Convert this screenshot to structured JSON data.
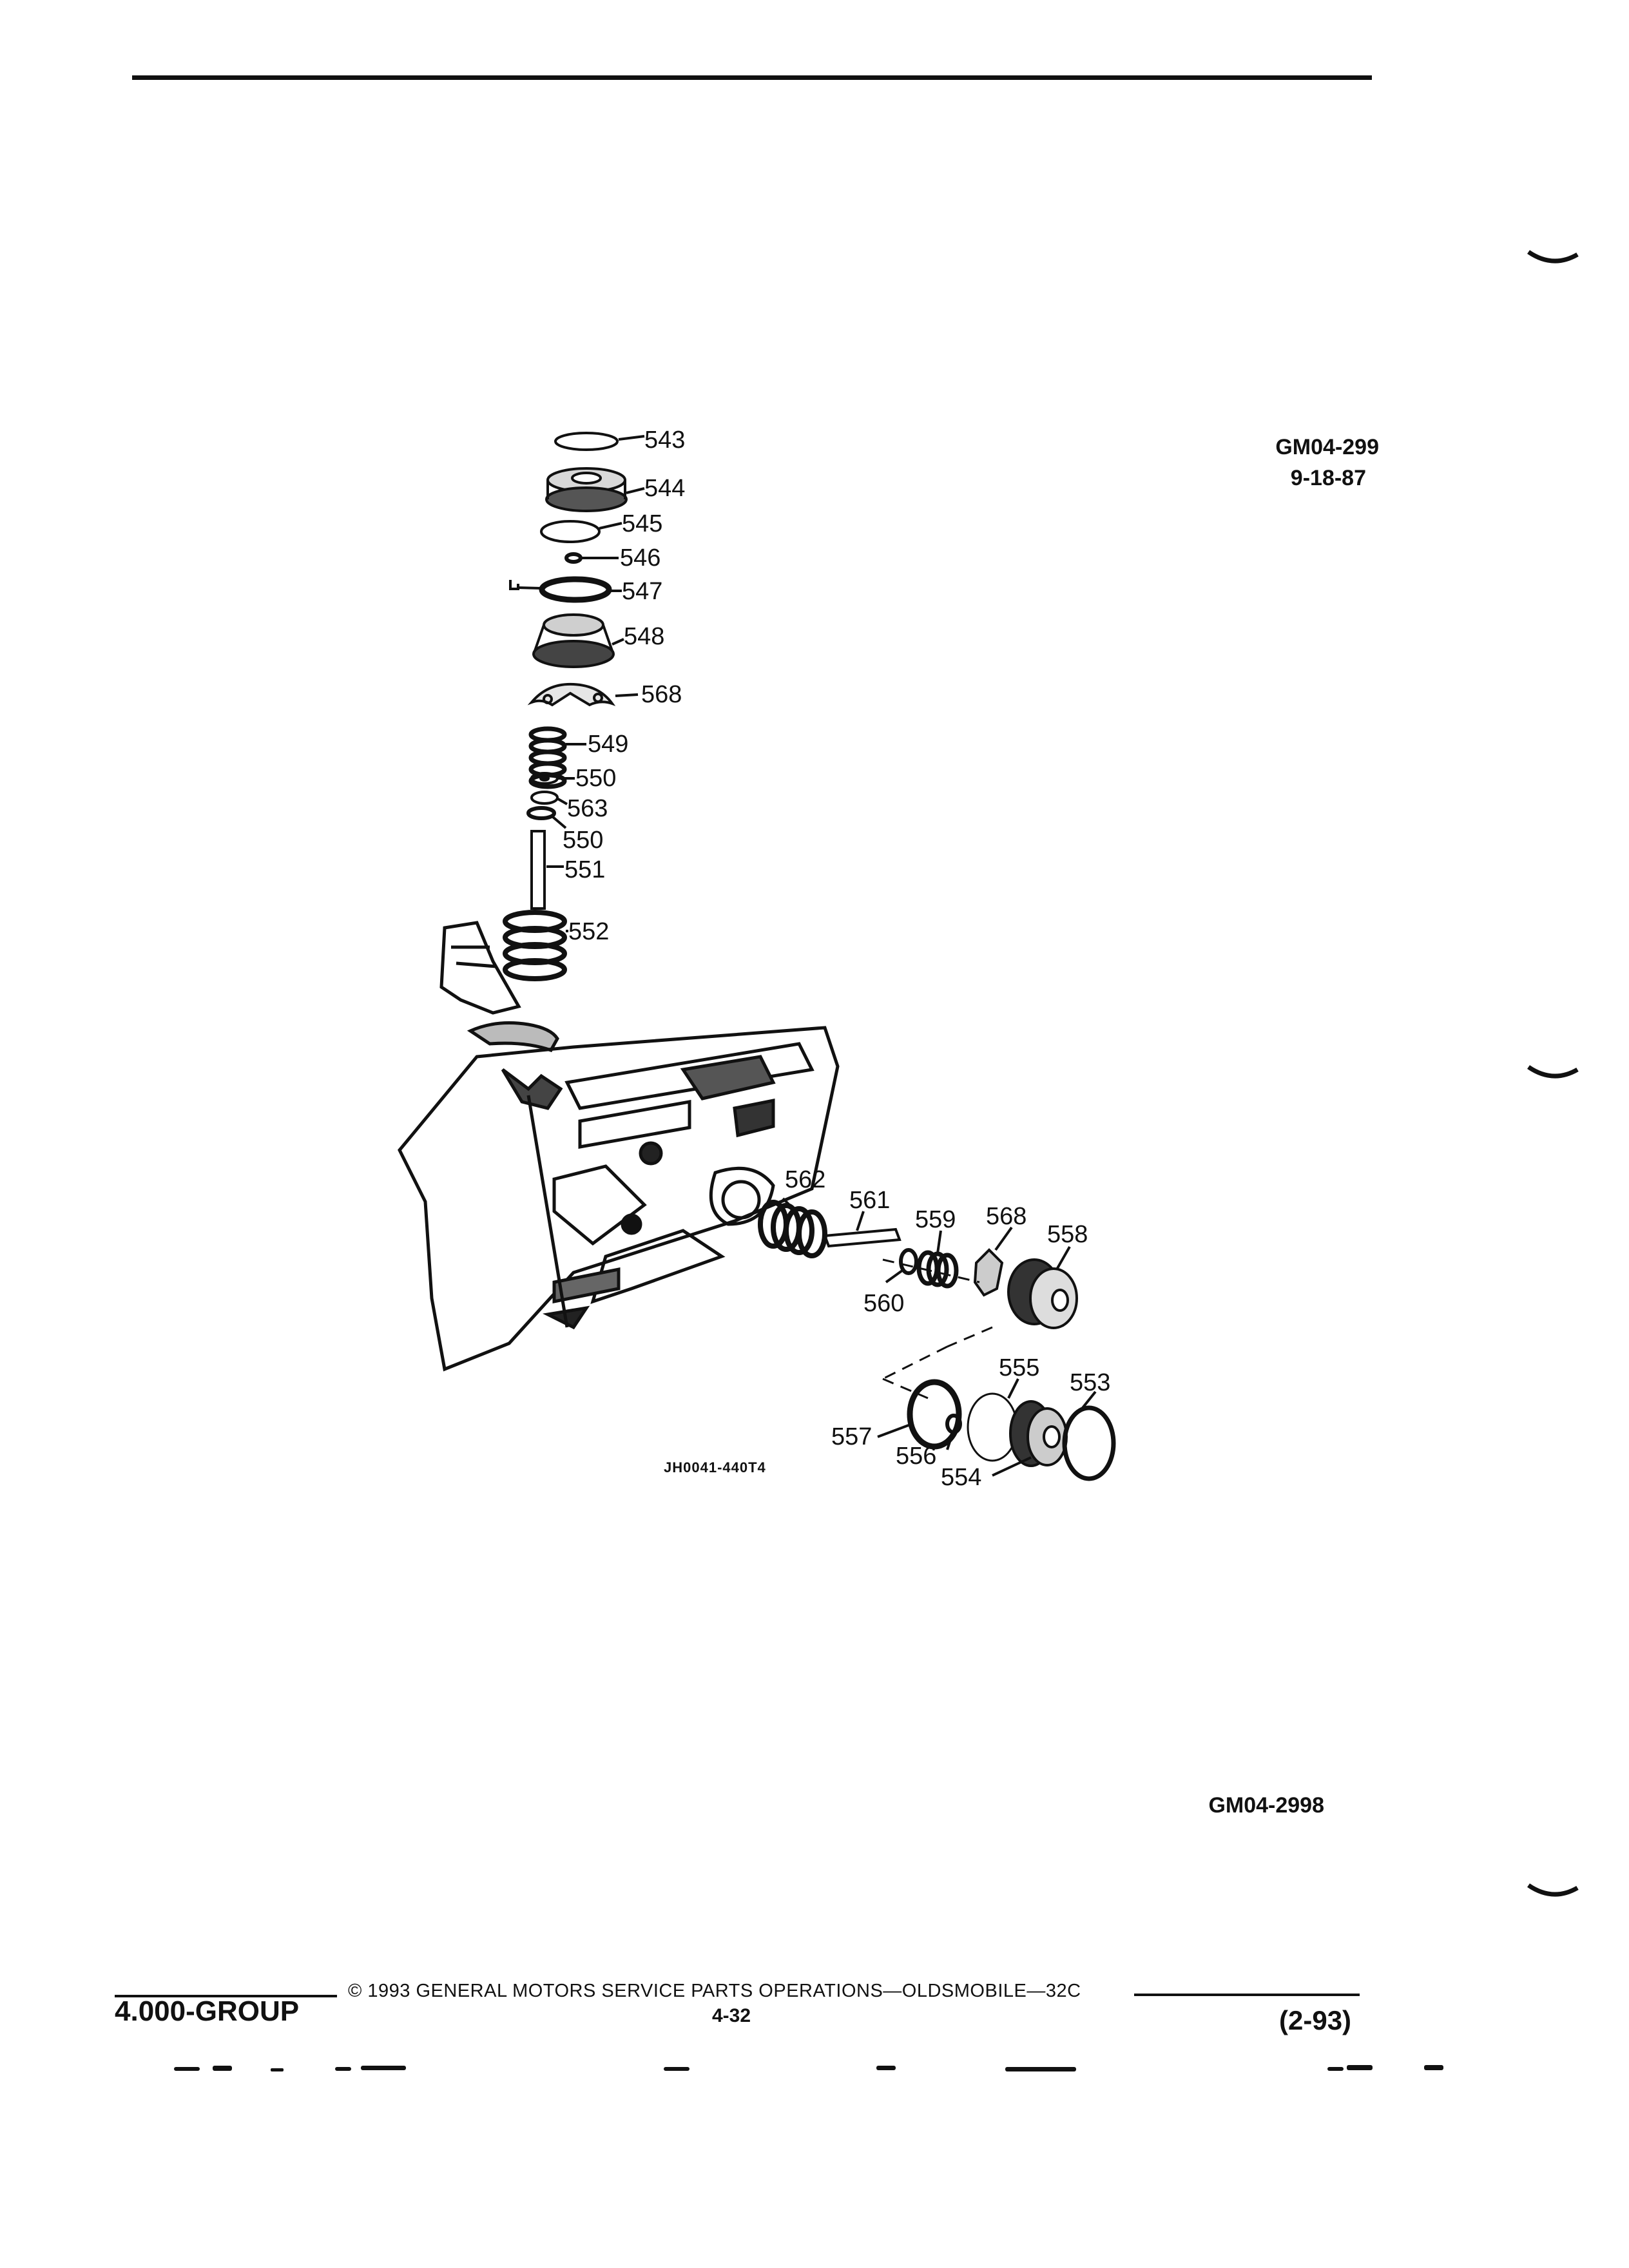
{
  "header": {
    "document_id": "GM04-299",
    "revision_date": "9-18-87"
  },
  "figure": {
    "code": "JH0041-440T4",
    "callouts": [
      "543",
      "544",
      "545",
      "546",
      "547",
      "548",
      "568",
      "549",
      "550",
      "563",
      "550",
      "551",
      "552",
      "562",
      "561",
      "559",
      "568",
      "558",
      "560",
      "555",
      "553",
      "557",
      "556",
      "554"
    ]
  },
  "figure_id": "GM04-2998",
  "footer": {
    "group": "4.000-GROUP",
    "copyright": "© 1993  GENERAL MOTORS SERVICE PARTS OPERATIONS—OLDSMOBILE—32C",
    "page": "4-32",
    "date": "(2-93)"
  }
}
